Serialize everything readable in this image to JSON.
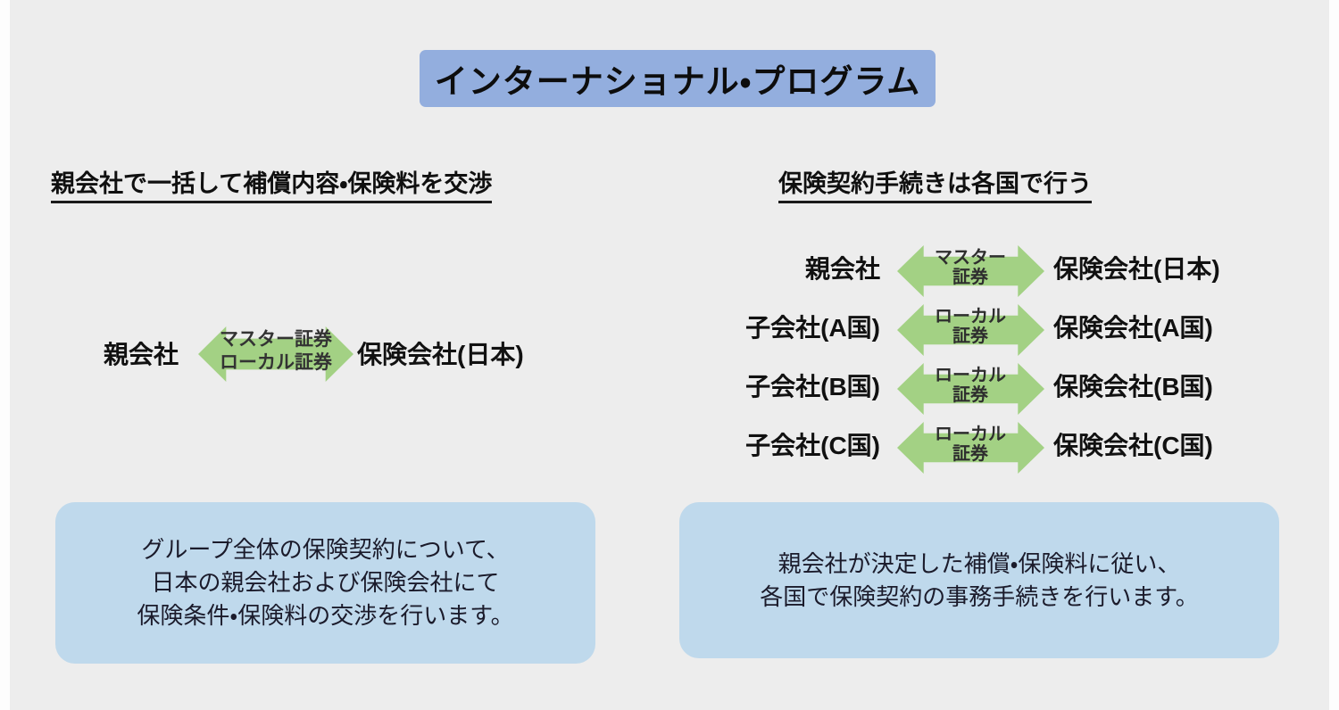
{
  "slide": {
    "background_color": "#ededed",
    "title": "インターナショナル・プログラム",
    "title_bg_color": "#93aede",
    "arrow_color": "#a3d184",
    "callout_bg_color": "#bfd9ec"
  },
  "left_panel": {
    "header": "親会社で一括して補償内容・保険料を交渉",
    "flow": {
      "source": "親会社",
      "target": "保険会社(日本)",
      "arrow_label_line1": "マスター証券",
      "arrow_label_line2": "ローカル証券"
    },
    "callout": "グループ全体の保険契約について、\n日本の親会社および保険会社にて\n保険条件・保険料の交渉を行います。"
  },
  "right_panel": {
    "header": "保険契約手続きは各国で行う",
    "rows": [
      {
        "source": "親会社",
        "arrow_label_line1": "マスター",
        "arrow_label_line2": "証券",
        "target": "保険会社(日本)"
      },
      {
        "source": "子会社(A国)",
        "arrow_label_line1": "ローカル",
        "arrow_label_line2": "証券",
        "target": "保険会社(A国)"
      },
      {
        "source": "子会社(B国)",
        "arrow_label_line1": "ローカル",
        "arrow_label_line2": "証券",
        "target": "保険会社(B国)"
      },
      {
        "source": "子会社(C国)",
        "arrow_label_line1": "ローカル",
        "arrow_label_line2": "証券",
        "target": "保険会社(C国)"
      }
    ],
    "callout": "親会社が決定した補償・保険料に従い、\n各国で保険契約の事務手続きを行います。"
  }
}
